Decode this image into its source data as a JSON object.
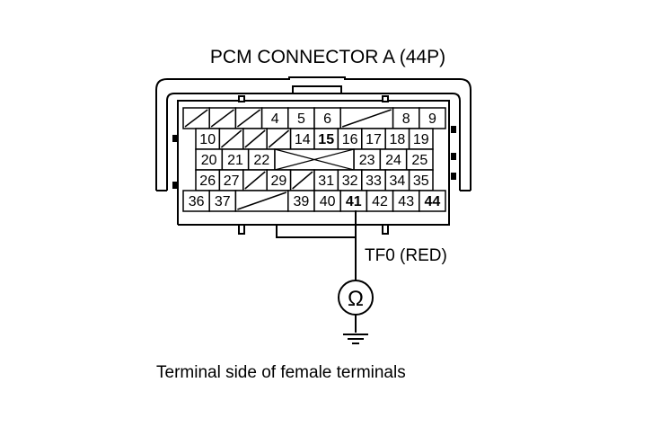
{
  "diagram": {
    "title": "PCM CONNECTOR A (44P)",
    "wire_label": "TF0 (RED)",
    "meter_symbol": "Ω",
    "caption": "Terminal side of female terminals",
    "connector": {
      "rows": [
        [
          {
            "type": "blank"
          },
          {
            "type": "blank"
          },
          {
            "type": "blank"
          },
          {
            "type": "pin",
            "label": "4"
          },
          {
            "type": "pin",
            "label": "5"
          },
          {
            "type": "pin",
            "label": "6"
          },
          {
            "type": "blank",
            "span": 2
          },
          {
            "type": "pin",
            "label": "8"
          },
          {
            "type": "pin",
            "label": "9"
          }
        ],
        [
          {
            "type": "pin",
            "label": "10"
          },
          {
            "type": "blank"
          },
          {
            "type": "blank"
          },
          {
            "type": "blank"
          },
          {
            "type": "pin",
            "label": "14"
          },
          {
            "type": "pin",
            "label": "15",
            "bold": true
          },
          {
            "type": "pin",
            "label": "16"
          },
          {
            "type": "pin",
            "label": "17"
          },
          {
            "type": "pin",
            "label": "18"
          },
          {
            "type": "pin",
            "label": "19"
          }
        ],
        [
          {
            "type": "pin",
            "label": "20"
          },
          {
            "type": "pin",
            "label": "21"
          },
          {
            "type": "pin",
            "label": "22"
          },
          {
            "type": "void"
          },
          {
            "type": "void"
          },
          {
            "type": "void"
          },
          {
            "type": "pin",
            "label": "23"
          },
          {
            "type": "pin",
            "label": "24"
          },
          {
            "type": "pin",
            "label": "25"
          }
        ],
        [
          {
            "type": "pin",
            "label": "26"
          },
          {
            "type": "pin",
            "label": "27"
          },
          {
            "type": "blank"
          },
          {
            "type": "pin",
            "label": "29"
          },
          {
            "type": "blank"
          },
          {
            "type": "pin",
            "label": "31"
          },
          {
            "type": "pin",
            "label": "32"
          },
          {
            "type": "pin",
            "label": "33"
          },
          {
            "type": "pin",
            "label": "34"
          },
          {
            "type": "pin",
            "label": "35"
          }
        ],
        [
          {
            "type": "pin",
            "label": "36"
          },
          {
            "type": "pin",
            "label": "37"
          },
          {
            "type": "blank",
            "span": 2
          },
          {
            "type": "pin",
            "label": "39"
          },
          {
            "type": "pin",
            "label": "40"
          },
          {
            "type": "pin",
            "label": "41",
            "bold": true
          },
          {
            "type": "pin",
            "label": "42"
          },
          {
            "type": "pin",
            "label": "43"
          },
          {
            "type": "pin",
            "label": "44",
            "bold": true
          }
        ]
      ]
    }
  }
}
